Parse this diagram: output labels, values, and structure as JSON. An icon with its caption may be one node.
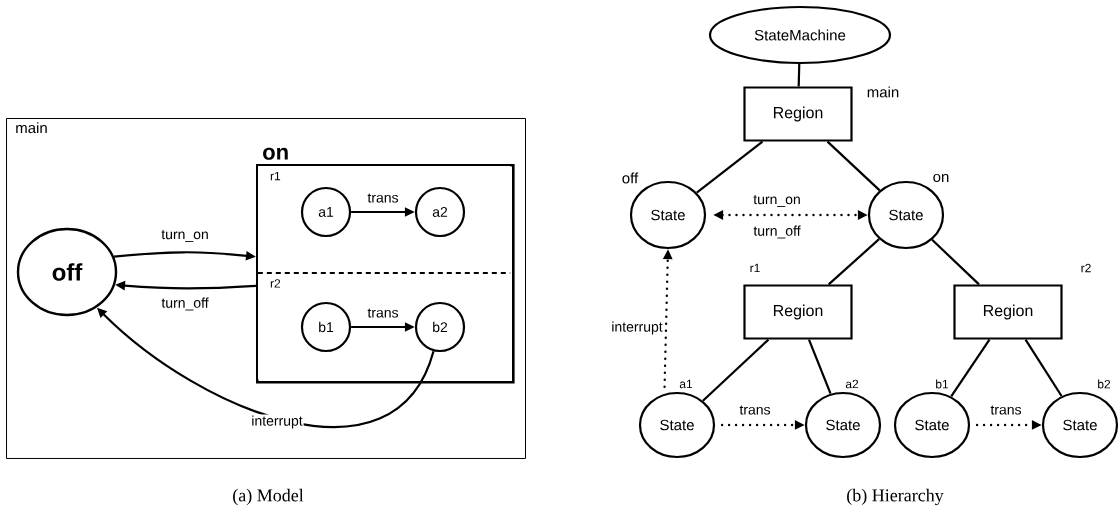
{
  "diagram": {
    "nodes": [
      {
        "text": [
          "main"
        ]
      },
      {
        "text": [
          "off"
        ],
        "in": 0
      },
      {
        "text": [
          "on"
        ],
        "in": 0
      },
      {
        "text": [
          "r1"
        ],
        "in": 2
      },
      {
        "text": [
          "r2"
        ],
        "in": 2
      },
      {
        "text": [
          "a1"
        ],
        "in": 3
      },
      {
        "text": [
          "a2"
        ],
        "in": 3
      },
      {
        "text": [
          "b1"
        ],
        "in": 4
      },
      {
        "text": [
          "b2"
        ],
        "in": 4
      },
      {
        "text": [
          "StateMachine"
        ]
      },
      {
        "text": [
          "Region"
        ],
        "beside": [
          "main"
        ]
      },
      {
        "text": [
          "State"
        ],
        "beside": [
          "off"
        ]
      },
      {
        "text": [
          "State"
        ],
        "beside": [
          "on"
        ]
      },
      {
        "text": [
          "Region"
        ],
        "beside": [
          "r1"
        ]
      },
      {
        "text": [
          "Region"
        ],
        "beside": [
          "r2"
        ]
      },
      {
        "text": [
          "State"
        ],
        "beside": [
          "a1"
        ]
      },
      {
        "text": [
          "State"
        ],
        "beside": [
          "a2"
        ]
      },
      {
        "text": [
          "State"
        ],
        "beside": [
          "b1"
        ]
      },
      {
        "text": [
          "State"
        ],
        "beside": [
          "b2"
        ]
      }
    ],
    "edges": [
      {
        "from": 1,
        "to": 2,
        "arrow": "to",
        "label": "turn_on"
      },
      {
        "from": 2,
        "to": 1,
        "arrow": "to",
        "label": "turn_off"
      },
      {
        "from": 5,
        "to": 6,
        "arrow": "to",
        "label": "trans"
      },
      {
        "from": 7,
        "to": 8,
        "arrow": "to",
        "label": "trans"
      },
      {
        "from": 8,
        "to": 1,
        "arrow": "to",
        "label": "interrupt"
      },
      {
        "from": 9,
        "to": 10,
        "arrow": "none"
      },
      {
        "from": 10,
        "to": 11,
        "arrow": "none"
      },
      {
        "from": 10,
        "to": 12,
        "arrow": "none"
      },
      {
        "from": 11,
        "to": 12,
        "arrow": "both",
        "label": "turn_on",
        "style": "dashed"
      },
      {
        "from": 12,
        "to": 13,
        "arrow": "none"
      },
      {
        "from": 12,
        "to": 14,
        "arrow": "none"
      },
      {
        "from": 13,
        "to": 15,
        "arrow": "none"
      },
      {
        "from": 13,
        "to": 16,
        "arrow": "none"
      },
      {
        "from": 14,
        "to": 17,
        "arrow": "none"
      },
      {
        "from": 14,
        "to": 18,
        "arrow": "none"
      },
      {
        "from": 15,
        "to": 11,
        "arrow": "to",
        "label": "interrupt",
        "style": "dashed"
      },
      {
        "from": 15,
        "to": 16,
        "arrow": "to",
        "label": "trans",
        "style": "dashed"
      },
      {
        "from": 17,
        "to": 18,
        "arrow": "to",
        "label": "trans",
        "style": "dashed"
      }
    ],
    "labels": [
      "turn_off",
      "(a) Model",
      "(b) Hierarchy"
    ]
  }
}
